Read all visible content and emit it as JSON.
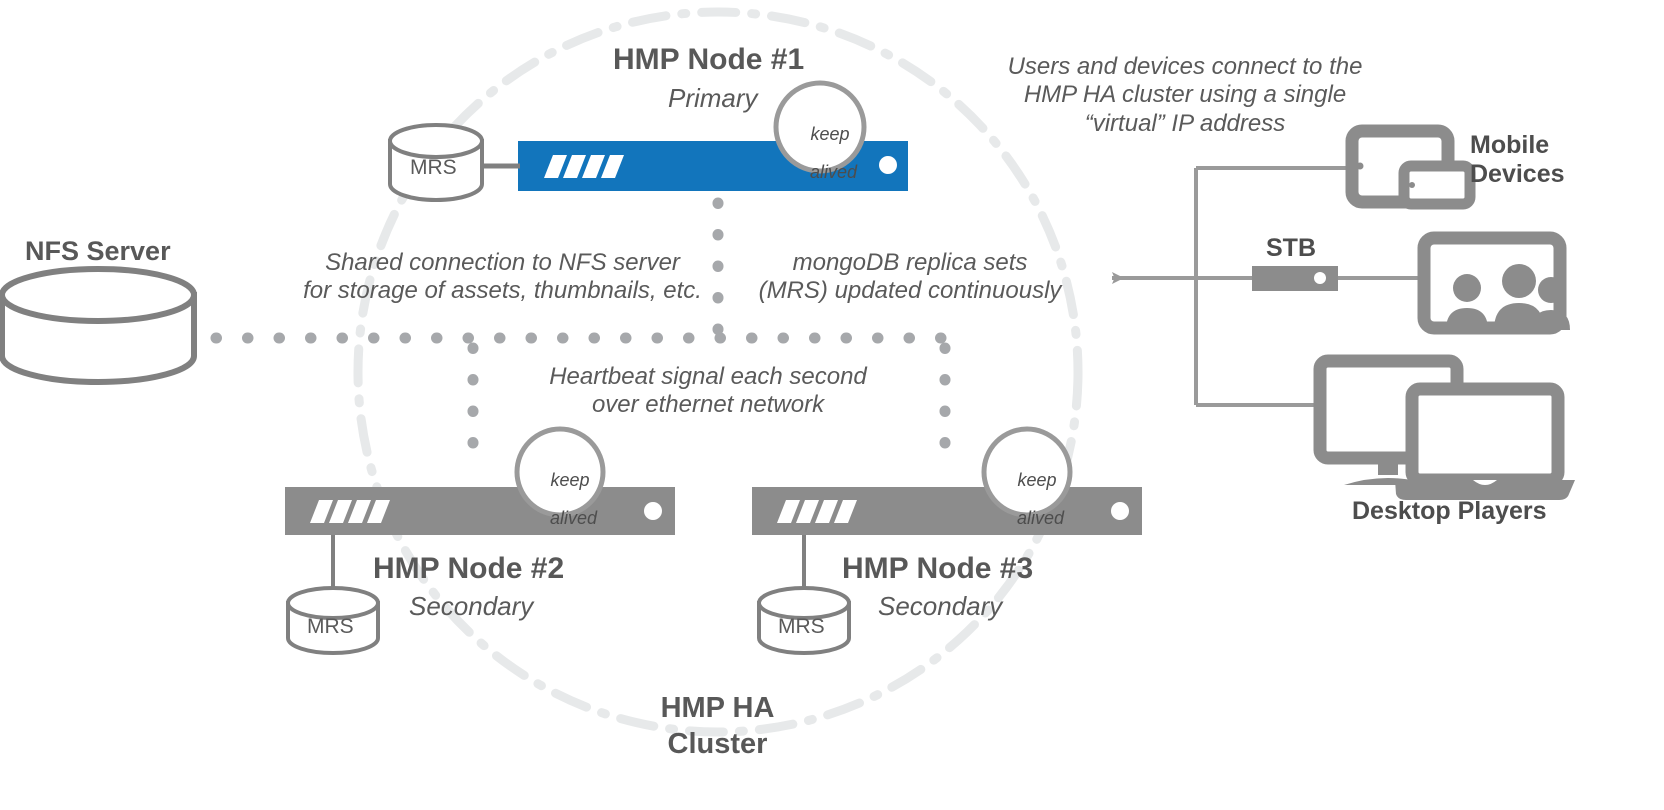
{
  "diagram": {
    "title_hidden": "",
    "colors": {
      "primary_blue": "#1275BC",
      "node_gray": "#8C8C8C",
      "text_gray": "#595959",
      "line_gray": "#808080",
      "dot_gray": "#A6A8AB",
      "cluster_ring": "#E6E8E9"
    }
  },
  "nfs": {
    "label": "NFS Server"
  },
  "nodes": [
    {
      "title": "HMP Node #1",
      "role": "Primary",
      "keepalived": "keep\nalived",
      "mrs": "MRS"
    },
    {
      "title": "HMP Node #2",
      "role": "Secondary",
      "keepalived": "keep\nalived",
      "mrs": "MRS"
    },
    {
      "title": "HMP Node #3",
      "role": "Secondary",
      "keepalived": "keep\nalived",
      "mrs": "MRS"
    }
  ],
  "keepalived_label_line1": "keep",
  "keepalived_label_line2": "alived",
  "mrs_label": "MRS",
  "annotations": {
    "nfs_shared": "Shared connection to NFS server\nfor storage of assets, thumbnails, etc.",
    "mongo": "mongoDB replica sets\n(MRS)  updated continuously",
    "heartbeat": "Heartbeat signal each second\nover ethernet network",
    "virtual_ip": "Users and devices connect to the\nHMP HA cluster using a single\n“virtual” IP address"
  },
  "cluster": {
    "label": "HMP HA\nCluster"
  },
  "clients": {
    "mobile": "Mobile\nDevices",
    "stb": "STB",
    "desktop": "Desktop Players"
  },
  "icons": {
    "nfs": "database-cylinder-icon",
    "mrs": "database-cylinder-icon",
    "keepalived": "keepalived-badge-icon",
    "server": "server-chassis-icon",
    "tablet": "tablet-icon",
    "phone": "smartphone-icon",
    "stb": "set-top-box-icon",
    "tv": "tv-viewers-icon",
    "monitor": "desktop-monitor-icon",
    "laptop": "laptop-icon",
    "arrow": "arrow-left-icon"
  }
}
